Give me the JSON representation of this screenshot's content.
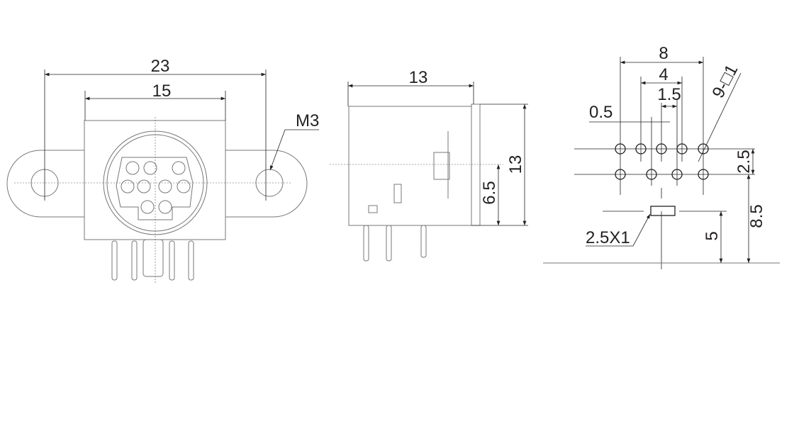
{
  "front_view": {
    "dim_overall": "23",
    "dim_body": "15",
    "hole_label": "M3"
  },
  "side_view": {
    "dim_depth": "13",
    "dim_height": "13",
    "dim_center": "6.5"
  },
  "pcb_layout": {
    "dim_outer_pitch": "8",
    "dim_inner_pitch": "4",
    "dim_center_pitch": "1.5",
    "dim_offset": "0.5",
    "hole_callout": "9-□1",
    "dim_row_pitch": "2.5",
    "dim_to_board": "8.5",
    "dim_slot_height": "5",
    "slot_callout": "2.5X1"
  },
  "colors": {
    "line": "#231f20"
  }
}
